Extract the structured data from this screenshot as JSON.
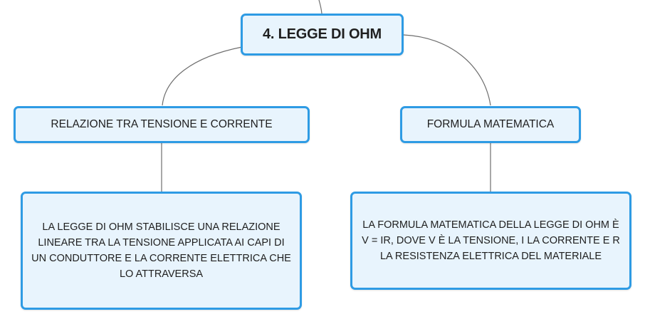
{
  "nodes": {
    "root": "4. LEGGE DI OHM",
    "branch_left": "RELAZIONE TRA TENSIONE E CORRENTE",
    "branch_right": "FORMULA MATEMATICA",
    "leaf_left": "LA LEGGE DI OHM STABILISCE UNA RELAZIONE LINEARE TRA LA TENSIONE APPLICATA AI CAPI DI UN CONDUTTORE E LA CORRENTE ELETTRICA CHE LO ATTRAVERSA",
    "leaf_right": "LA FORMULA MATEMATICA DELLA LEGGE DI OHM È V = IR, DOVE V È LA TENSIONE, I LA CORRENTE E R LA RESISTENZA ELETTRICA DEL MATERIALE"
  },
  "colors": {
    "node_border": "#2e9be4",
    "node_fill": "#e8f4fd",
    "connector": "#6e6e6e",
    "text": "#1f1f1f"
  }
}
